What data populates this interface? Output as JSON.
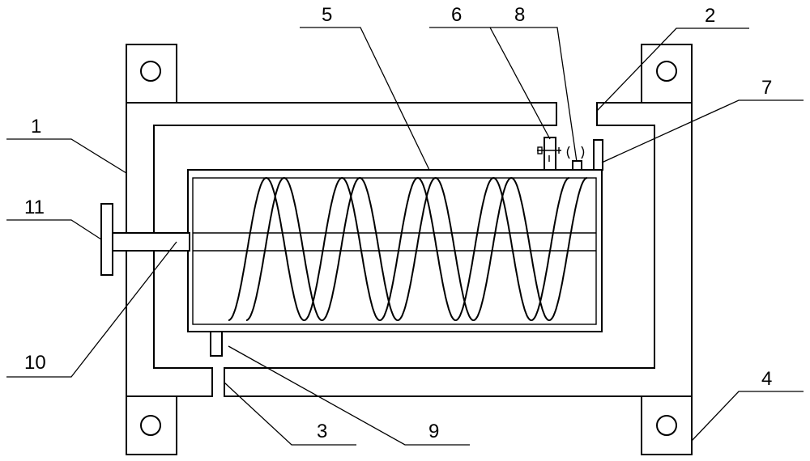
{
  "labels": {
    "l1": "1",
    "l2": "2",
    "l3": "3",
    "l4": "4",
    "l5": "5",
    "l6": "6",
    "l7": "7",
    "l8": "8",
    "l9": "9",
    "l10": "10",
    "l11": "11"
  },
  "colors": {
    "stroke": "#000000",
    "background": "#ffffff"
  }
}
